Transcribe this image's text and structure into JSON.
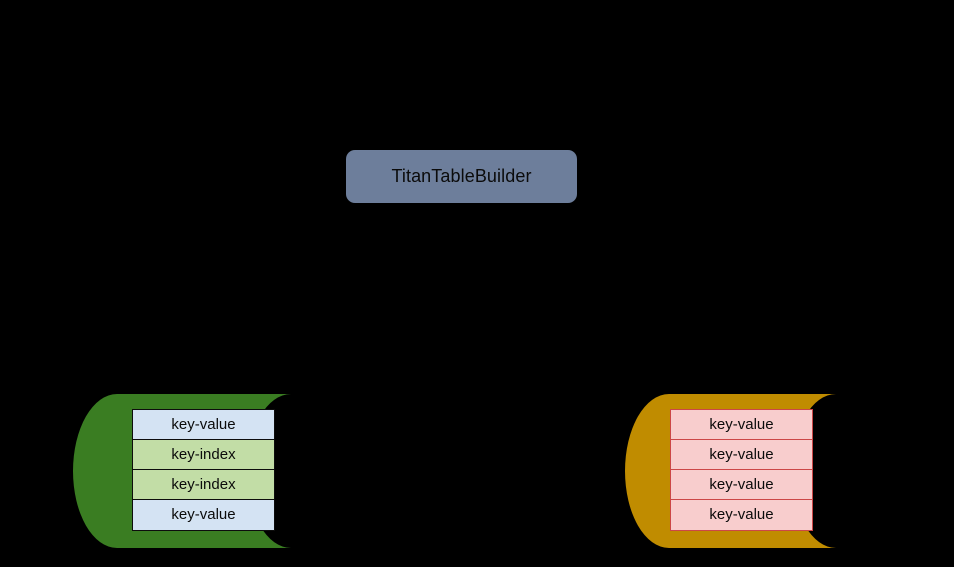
{
  "diagram": {
    "background_color": "#000000",
    "builder": {
      "label": "TitanTableBuilder",
      "fill_color": "#6D7E9B",
      "text_color": "#0B0B0B"
    },
    "stores": [
      {
        "id": "left-store",
        "fill_color": "#3A7D22",
        "rows": [
          {
            "label": "key-value",
            "fill_color": "#D4E3F3",
            "kind": "key-value"
          },
          {
            "label": "key-index",
            "fill_color": "#C2DDA6",
            "kind": "key-index"
          },
          {
            "label": "key-index",
            "fill_color": "#C2DDA6",
            "kind": "key-index"
          },
          {
            "label": "key-value",
            "fill_color": "#D4E3F3",
            "kind": "key-value"
          }
        ]
      },
      {
        "id": "right-store",
        "fill_color": "#C08C00",
        "rows": [
          {
            "label": "key-value",
            "fill_color": "#F8CDCD",
            "kind": "key-value"
          },
          {
            "label": "key-value",
            "fill_color": "#F8CDCD",
            "kind": "key-value"
          },
          {
            "label": "key-value",
            "fill_color": "#F8CDCD",
            "kind": "key-value"
          },
          {
            "label": "key-value",
            "fill_color": "#F8CDCD",
            "kind": "key-value"
          }
        ]
      }
    ]
  }
}
